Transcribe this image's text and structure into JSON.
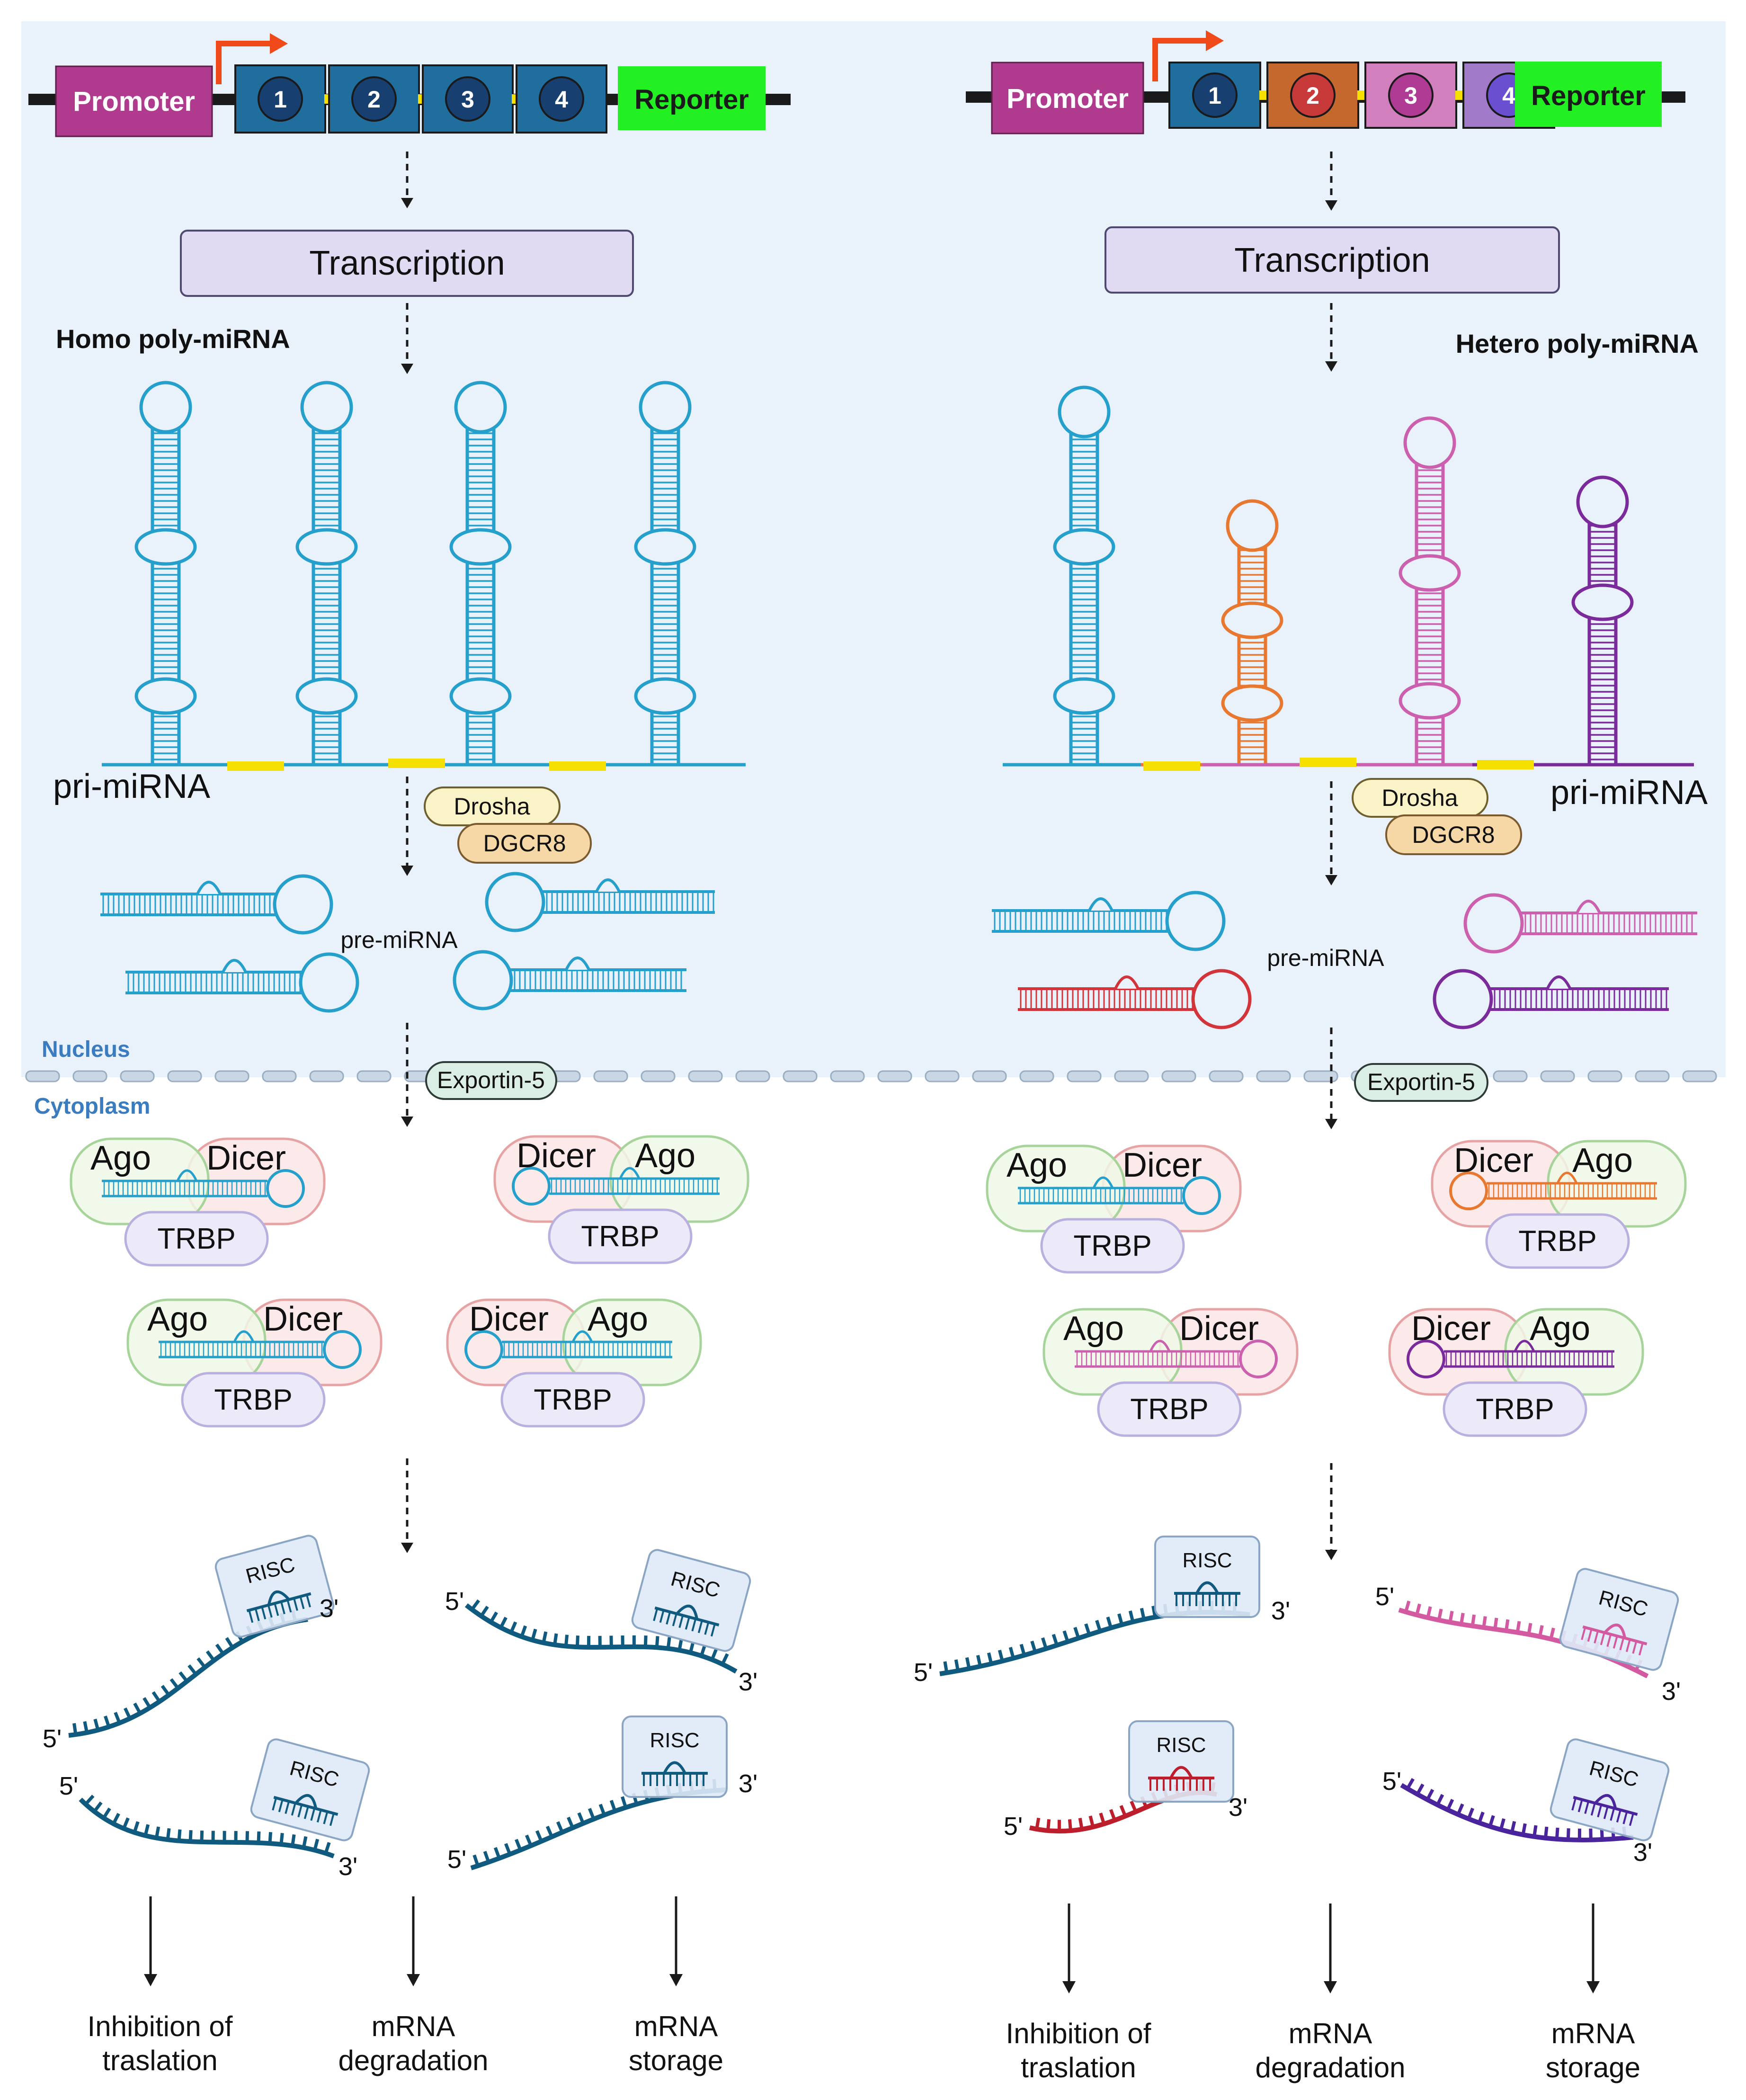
{
  "regions": {
    "nucleus": "Nucleus",
    "cytoplasm": "Cytoplasm"
  },
  "left": {
    "promoter": "Promoter",
    "units": [
      "1",
      "2",
      "3",
      "4"
    ],
    "reporter": "Reporter",
    "transcription": "Transcription",
    "title": "Homo poly-miRNA",
    "pri": "pri-miRNA",
    "drosha": "Drosha",
    "dgcr8": "DGCR8",
    "pre": "pre-miRNA",
    "exportin": "Exportin-5",
    "complexes": [
      {
        "ago": "Ago",
        "dicer": "Dicer",
        "trbp": "TRBP"
      },
      {
        "ago": "Ago",
        "dicer": "Dicer",
        "trbp": "TRBP"
      },
      {
        "ago": "Ago",
        "dicer": "Dicer",
        "trbp": "TRBP"
      },
      {
        "ago": "Ago",
        "dicer": "Dicer",
        "trbp": "TRBP"
      }
    ],
    "riscs": [
      {
        "risc": "RISC",
        "five": "5'",
        "three": "3'"
      },
      {
        "risc": "RISC",
        "five": "5'",
        "three": "3'"
      },
      {
        "risc": "RISC",
        "five": "5'",
        "three": "3'"
      },
      {
        "risc": "RISC",
        "five": "5'",
        "three": "3'"
      }
    ],
    "outcomes": [
      [
        "Inhibition of",
        "traslation"
      ],
      [
        "mRNA",
        "degradation"
      ],
      [
        "mRNA",
        "storage"
      ]
    ]
  },
  "right": {
    "promoter": "Promoter",
    "units": [
      "1",
      "2",
      "3",
      "4"
    ],
    "reporter": "Reporter",
    "transcription": "Transcription",
    "title": "Hetero poly-miRNA",
    "pri": "pri-miRNA",
    "drosha": "Drosha",
    "dgcr8": "DGCR8",
    "pre": "pre-miRNA",
    "exportin": "Exportin-5",
    "complexes": [
      {
        "ago": "Ago",
        "dicer": "Dicer",
        "trbp": "TRBP"
      },
      {
        "ago": "Ago",
        "dicer": "Dicer",
        "trbp": "TRBP"
      },
      {
        "ago": "Ago",
        "dicer": "Dicer",
        "trbp": "TRBP"
      },
      {
        "ago": "Ago",
        "dicer": "Dicer",
        "trbp": "TRBP"
      }
    ],
    "riscs": [
      {
        "risc": "RISC",
        "five": "5'",
        "three": "3'"
      },
      {
        "risc": "RISC",
        "five": "5'",
        "three": "3'"
      },
      {
        "risc": "RISC",
        "five": "5'",
        "three": "3'"
      },
      {
        "risc": "RISC",
        "five": "5'",
        "three": "3'"
      }
    ],
    "outcomes": [
      [
        "Inhibition of",
        "traslation"
      ],
      [
        "mRNA",
        "degradation"
      ],
      [
        "mRNA",
        "storage"
      ]
    ]
  },
  "colors": {
    "nucleus_bg": "#e9f1fb",
    "promoter": "#b03a8e",
    "reporter": "#22f022",
    "unit_blue": "#1f6e9e",
    "unit_dark": "#173f70",
    "linker": "#f5e000",
    "rna_blue": "#25a0cc",
    "rna_orange": "#e8782f",
    "rna_pink": "#cc5fae",
    "rna_purple": "#7b2a9c",
    "mrna_teal": "#0f5a7e",
    "mrna_red": "#bd1e2c",
    "mrna_pink": "#d35aa0",
    "mrna_purple": "#4a249c",
    "arrow_red": "#f04a1a"
  }
}
